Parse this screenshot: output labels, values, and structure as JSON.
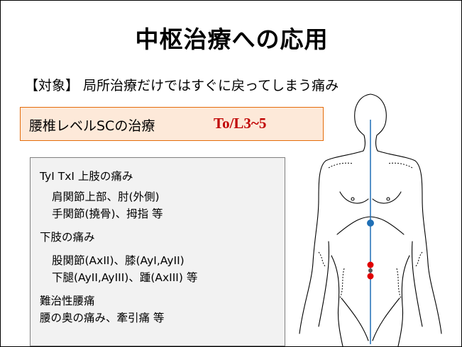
{
  "title": "中枢治療への応用",
  "target": "【対象】 局所治療だけではすぐに戻ってしまう痛み",
  "highlight": {
    "label": "腰椎レベルSCの治療",
    "code": "To/L3~5"
  },
  "info": {
    "upper_heading": "TyI TxI 上肢の痛み",
    "upper_line1": "肩関節上部、肘(外側)",
    "upper_line2": "手関節(撓骨)、拇指 等",
    "lower_heading": "下肢の痛み",
    "lower_line1": "股関節(AxII)、膝(AyI,AyII)",
    "lower_line2": "下腿(AyII,AyIII)、踵(AxIII) 等",
    "back_heading": "難治性腰痛",
    "back_line": "腰の奥の痛み、牽引痛 等"
  },
  "figure": {
    "midline_color": "#1f6fb5",
    "blue_point_color": "#1f6fb5",
    "red_point_color": "#e00000",
    "gray_point_color": "#555555"
  }
}
